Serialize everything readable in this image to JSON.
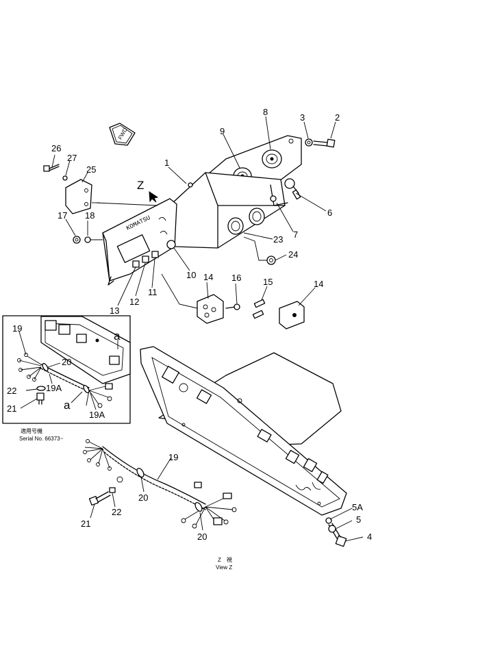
{
  "figure": {
    "brand_mark": "KOMATSU",
    "fwd_mark": "FWD",
    "view_marker": "Z",
    "letter_a": "a",
    "inset_caption_line1": "適用号機",
    "inset_caption_line2": "Serial No. 66373~",
    "view_caption_line1": "Z　視",
    "view_caption_line2": "View Z"
  },
  "part_numbers": {
    "p1": "1",
    "p2": "2",
    "p3": "3",
    "p4": "4",
    "p5": "5",
    "p5a": "5A",
    "p6": "6",
    "p7": "7",
    "p8": "8",
    "p9": "9",
    "p10": "10",
    "p11": "11",
    "p12": "12",
    "p13": "13",
    "p14a": "14",
    "p14b": "14",
    "p15": "15",
    "p16": "16",
    "p17": "17",
    "p18": "18",
    "p19": "19",
    "p19b": "19",
    "p19a_1": "19A",
    "p19a_2": "19A",
    "p20a": "20",
    "p20b": "20",
    "p20c": "20",
    "p21a": "21",
    "p21b": "21",
    "p22a": "22",
    "p22b": "22",
    "p23": "23",
    "p24": "24",
    "p25": "25",
    "p26": "26",
    "p27": "27"
  }
}
